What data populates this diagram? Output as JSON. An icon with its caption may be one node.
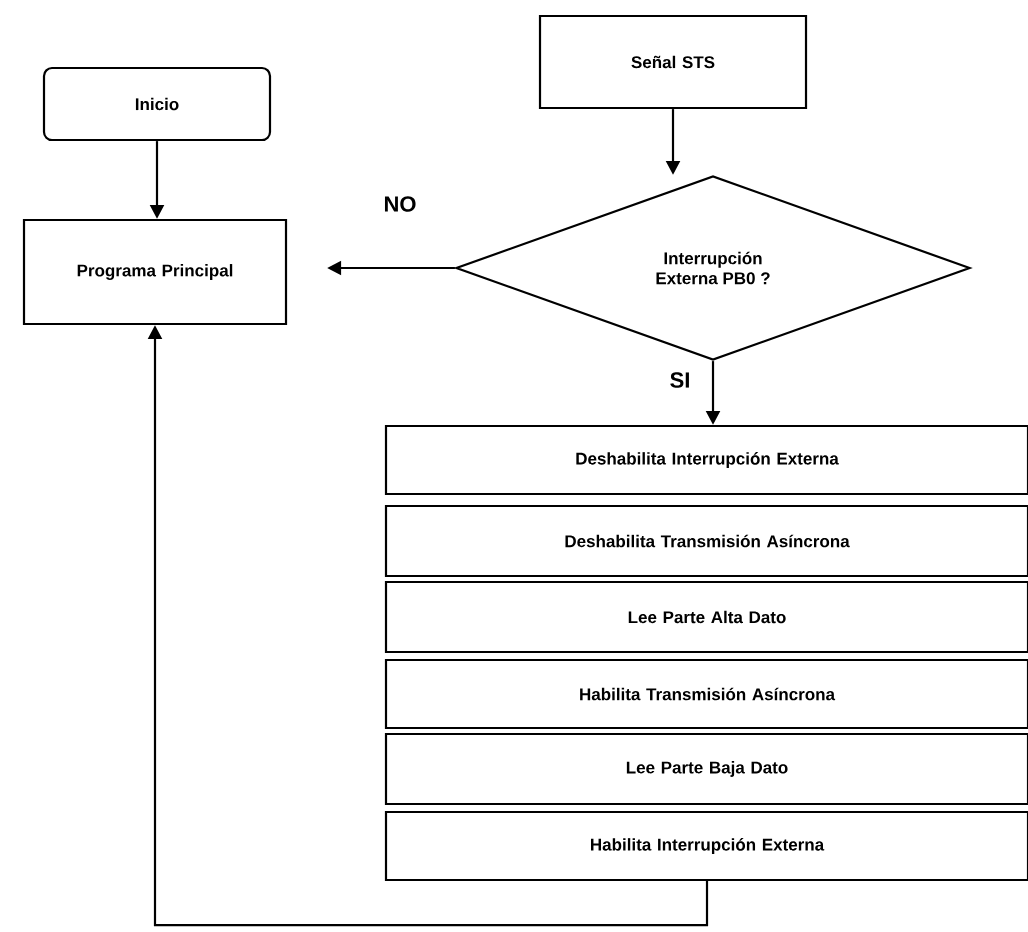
{
  "diagram": {
    "nodes": [
      {
        "text": [
          "Inicio"
        ]
      },
      {
        "text": [
          "Programa Principal"
        ]
      },
      {
        "text": [
          "Señal STS"
        ]
      },
      {
        "text": [
          "Interrupción Externa PB0 ?"
        ]
      },
      {
        "text": [
          "Deshabilita Interrupción Externa"
        ]
      },
      {
        "text": [
          "Deshabilita Transmisión Asíncrona"
        ]
      },
      {
        "text": [
          "Lee Parte Alta Dato"
        ]
      },
      {
        "text": [
          "Habilita Transmisión Asíncrona"
        ]
      },
      {
        "text": [
          "Lee Parte Baja Dato"
        ]
      },
      {
        "text": [
          "Habilita Interrupción Externa"
        ]
      }
    ],
    "edges": [
      {
        "from": 0,
        "to": 1,
        "arrow": "to"
      },
      {
        "from": 2,
        "to": 3,
        "arrow": "to"
      },
      {
        "from": 3,
        "to": 1,
        "arrow": "to",
        "label": "NO"
      },
      {
        "from": 3,
        "to": 4,
        "arrow": "to",
        "label": "SI"
      },
      {
        "from": 9,
        "to": 1,
        "arrow": "to"
      }
    ]
  }
}
